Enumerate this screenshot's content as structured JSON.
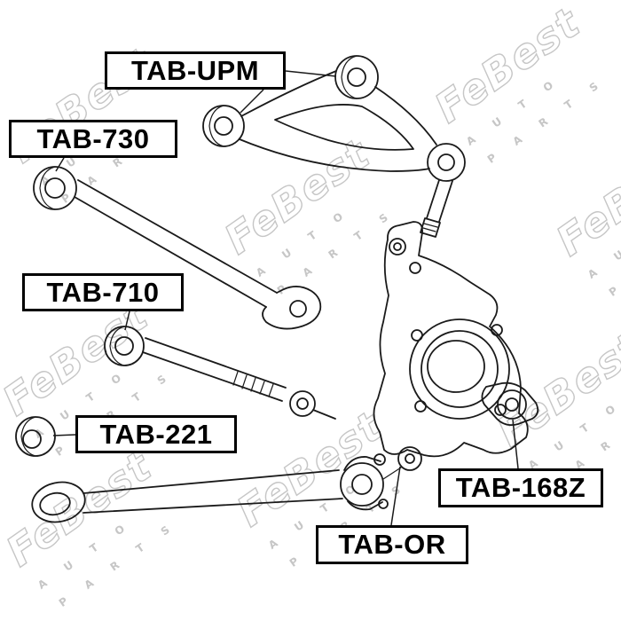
{
  "page": {
    "background": "#ffffff",
    "line_color": "#1a1a1a",
    "label_border_color": "#000000"
  },
  "watermark": {
    "brand": "FeBest",
    "line1": "A U T O",
    "line2": "P A R T S",
    "color": "#c6c6c6"
  },
  "diagram": {
    "labels": [
      {
        "id": "tab-upm",
        "text": "TAB-UPM"
      },
      {
        "id": "tab-730",
        "text": "TAB-730"
      },
      {
        "id": "tab-710",
        "text": "TAB-710"
      },
      {
        "id": "tab-221",
        "text": "TAB-221"
      },
      {
        "id": "tab-168z",
        "text": "TAB-168Z"
      },
      {
        "id": "tab-or",
        "text": "TAB-OR"
      }
    ]
  }
}
